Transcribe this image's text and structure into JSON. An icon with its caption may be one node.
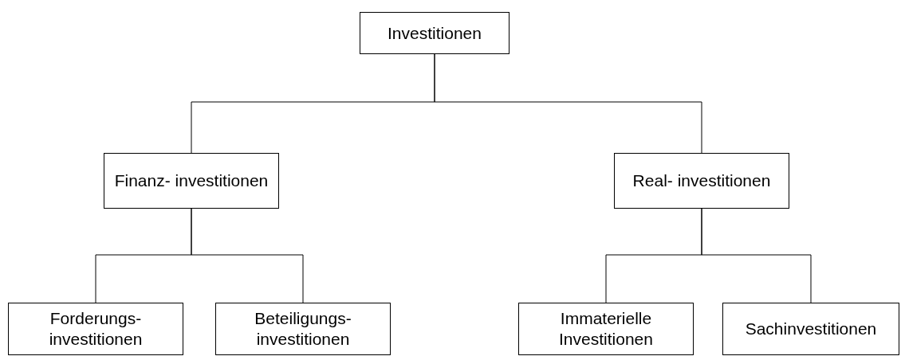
{
  "diagram": {
    "nodes": [
      {
        "text": [
          "Investitionen"
        ]
      },
      {
        "text": [
          "Finanz- investitionen"
        ]
      },
      {
        "text": [
          "Real- investitionen"
        ]
      },
      {
        "text": [
          "Forderungs- investitionen"
        ]
      },
      {
        "text": [
          "Beteiligungs- investitionen"
        ]
      },
      {
        "text": [
          "Immaterielle Investitionen"
        ]
      },
      {
        "text": [
          "Sachinvestitionen"
        ]
      }
    ],
    "edges": [
      {
        "from": 0,
        "to": 1,
        "arrow": "none"
      },
      {
        "from": 0,
        "to": 2,
        "arrow": "none"
      },
      {
        "from": 1,
        "to": 3,
        "arrow": "none"
      },
      {
        "from": 1,
        "to": 4,
        "arrow": "none"
      },
      {
        "from": 2,
        "to": 5,
        "arrow": "none"
      },
      {
        "from": 2,
        "to": 6,
        "arrow": "none"
      }
    ]
  }
}
